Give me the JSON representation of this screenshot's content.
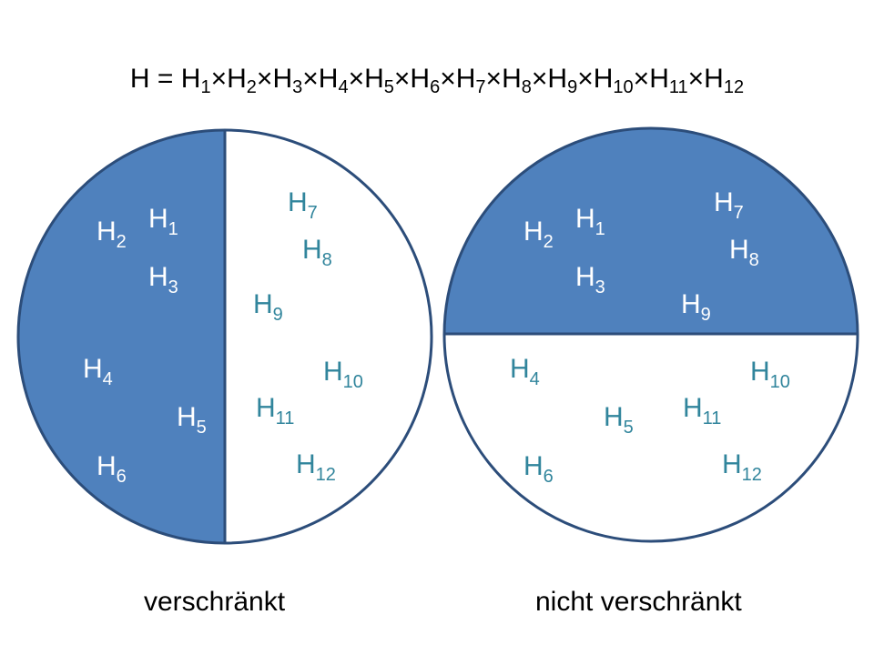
{
  "formula": {
    "lhs": "H",
    "eq": " = ",
    "base": "H",
    "op": "×",
    "indices": [
      "1",
      "2",
      "3",
      "4",
      "5",
      "6",
      "7",
      "8",
      "9",
      "10",
      "11",
      "12"
    ]
  },
  "colors": {
    "fill": "#4f81bd",
    "stroke": "#2c4d7a",
    "label_on_fill": "#ffffff",
    "label_on_white": "#31859c"
  },
  "diagrams": [
    {
      "caption": "verschränkt",
      "labels": [
        {
          "base": "H",
          "sub": "1",
          "region": "filled"
        },
        {
          "base": "H",
          "sub": "2",
          "region": "filled"
        },
        {
          "base": "H",
          "sub": "3",
          "region": "filled"
        },
        {
          "base": "H",
          "sub": "4",
          "region": "filled"
        },
        {
          "base": "H",
          "sub": "5",
          "region": "filled"
        },
        {
          "base": "H",
          "sub": "6",
          "region": "filled"
        },
        {
          "base": "H",
          "sub": "7",
          "region": "white"
        },
        {
          "base": "H",
          "sub": "8",
          "region": "white"
        },
        {
          "base": "H",
          "sub": "9",
          "region": "white"
        },
        {
          "base": "H",
          "sub": "10",
          "region": "white"
        },
        {
          "base": "H",
          "sub": "11",
          "region": "white"
        },
        {
          "base": "H",
          "sub": "12",
          "region": "white"
        }
      ]
    },
    {
      "caption": "nicht verschränkt",
      "labels": [
        {
          "base": "H",
          "sub": "1",
          "region": "filled"
        },
        {
          "base": "H",
          "sub": "2",
          "region": "filled"
        },
        {
          "base": "H",
          "sub": "3",
          "region": "filled"
        },
        {
          "base": "H",
          "sub": "7",
          "region": "filled"
        },
        {
          "base": "H",
          "sub": "8",
          "region": "filled"
        },
        {
          "base": "H",
          "sub": "9",
          "region": "filled"
        },
        {
          "base": "H",
          "sub": "4",
          "region": "white"
        },
        {
          "base": "H",
          "sub": "5",
          "region": "white"
        },
        {
          "base": "H",
          "sub": "6",
          "region": "white"
        },
        {
          "base": "H",
          "sub": "10",
          "region": "white"
        },
        {
          "base": "H",
          "sub": "11",
          "region": "white"
        },
        {
          "base": "H",
          "sub": "12",
          "region": "white"
        }
      ]
    }
  ]
}
